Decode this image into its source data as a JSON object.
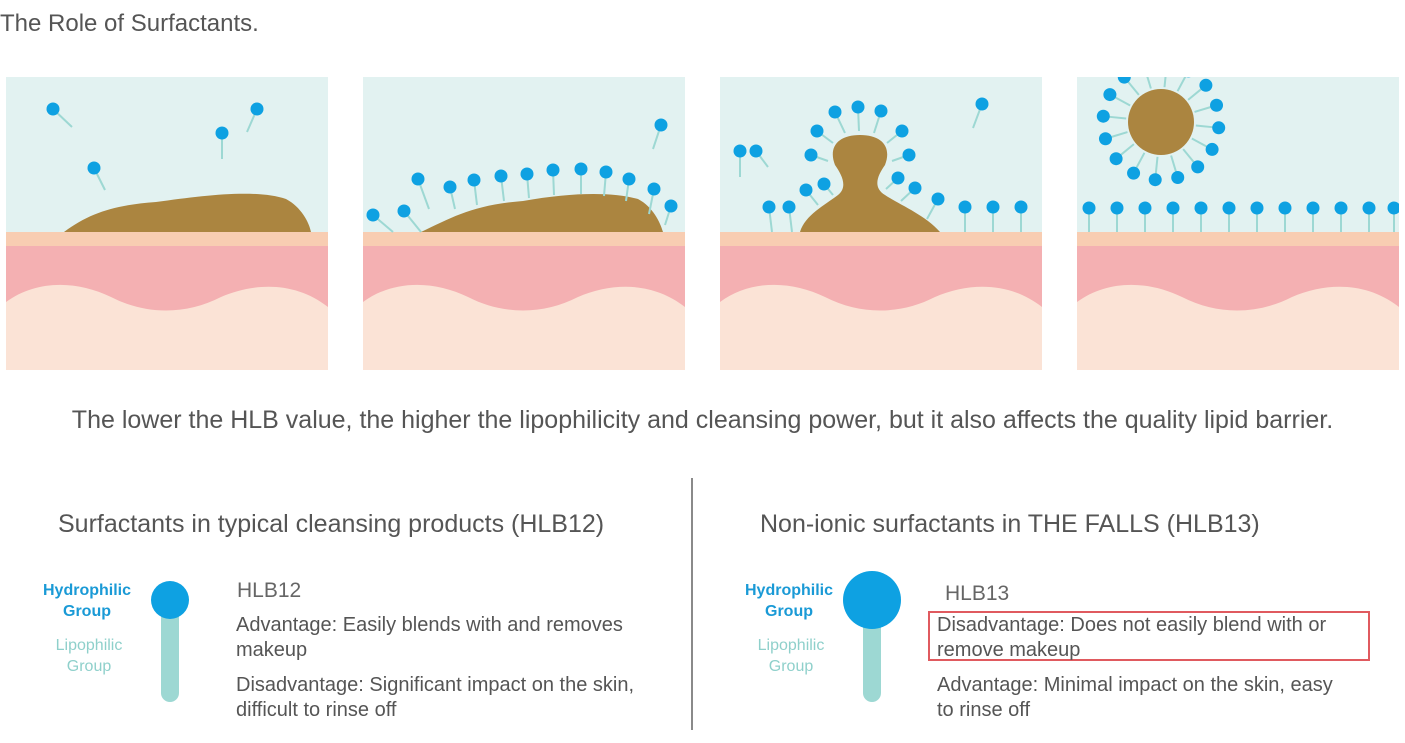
{
  "title": "The Role of Surfactants.",
  "colors": {
    "water": "#e2f2f1",
    "dirt": "#ab8540",
    "skin_top": "#f8cdb2",
    "skin_mid": "#f4b0b2",
    "skin_low": "#fbe3d6",
    "head": "#0ea1e2",
    "tail": "#9dd8d3",
    "accent_red": "#e05a5f"
  },
  "caption": "The lower the HLB value, the higher the lipophilicity and cleansing power, but it also affects the quality lipid barrier.",
  "left": {
    "heading": "Surfactants in typical cleansing products (HLB12)",
    "hydrophilic": [
      "Hydrophilic",
      "Group"
    ],
    "lipophilic": [
      "Lipophilic",
      "Group"
    ],
    "hlb": "HLB12",
    "line1": [
      "Advantage: Easily blends with and removes",
      "makeup"
    ],
    "line2": [
      "Disadvantage: Significant impact on the skin,",
      "difficult to rinse off"
    ]
  },
  "right": {
    "heading": "Non-ionic surfactants in THE FALLS (HLB13)",
    "hydrophilic": [
      "Hydrophilic",
      "Group"
    ],
    "lipophilic": [
      "Lipophilic",
      "Group"
    ],
    "hlb": "HLB13",
    "line1": [
      "Disadvantage: Does not easily blend with or",
      "remove makeup"
    ],
    "line2": [
      "Advantage: Minimal impact on the skin, easy",
      "to rinse off"
    ]
  }
}
